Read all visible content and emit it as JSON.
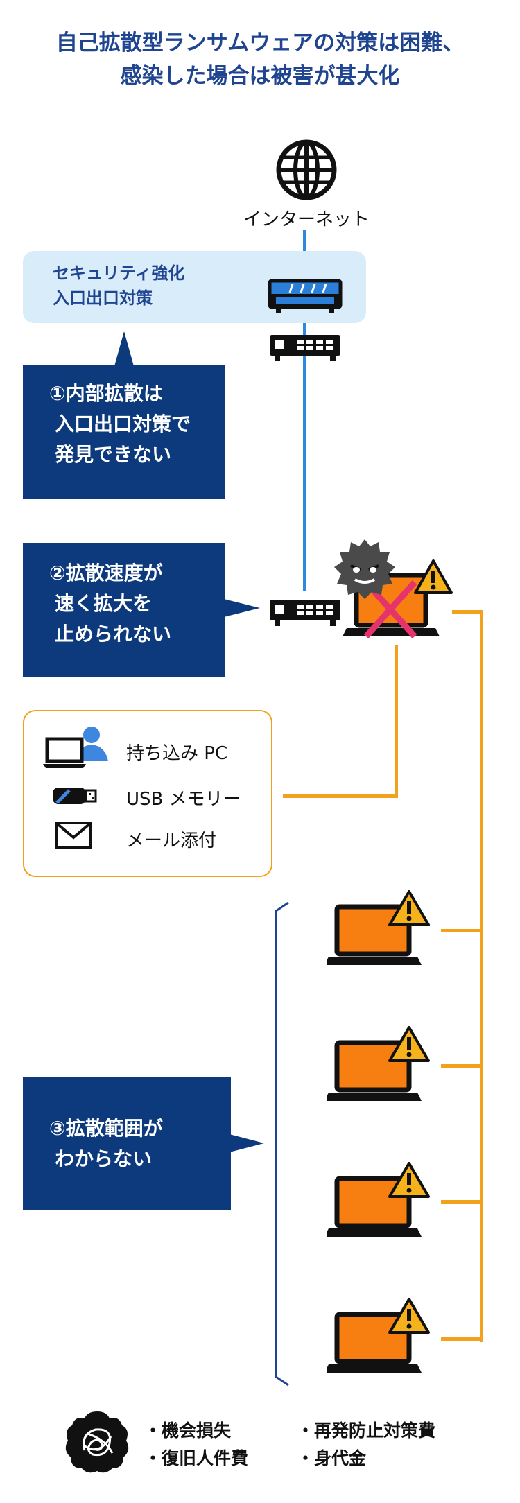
{
  "title": {
    "line1": "自己拡散型ランサムウェアの対策は困難、",
    "line2": "感染した場合は被害が甚大化"
  },
  "internet": {
    "label": "インターネット",
    "icon": "globe-icon"
  },
  "security": {
    "line1": "セキュリティ強化",
    "line2": "入口出口対策"
  },
  "callout1": {
    "line1": "①内部拡散は",
    "line2": "入口出口対策で",
    "line3": "発見できない"
  },
  "callout2": {
    "line1": "②拡散速度が",
    "line2": "速く拡大を",
    "line3": "止められない"
  },
  "sources": {
    "items": [
      {
        "label": "持ち込み PC",
        "icon": "laptop-person-icon"
      },
      {
        "label": "USB メモリー",
        "icon": "usb-icon"
      },
      {
        "label": "メール添付",
        "icon": "mail-icon"
      }
    ]
  },
  "callout3": {
    "line1": "③拡散範囲が",
    "line2": "わからない"
  },
  "damages": {
    "items": [
      {
        "label": "・機会損失"
      },
      {
        "label": "・再発防止対策費"
      },
      {
        "label": "・復旧人件費"
      },
      {
        "label": "・身代金"
      }
    ]
  },
  "colors": {
    "navy": "#0c3a7c",
    "title": "#1f4591",
    "line_blue": "#2a8ae0",
    "line_orange": "#f2a11d",
    "screen_orange": "#f77f12",
    "warning_yellow": "#f6b21b",
    "cross_pink": "#e6336b"
  }
}
